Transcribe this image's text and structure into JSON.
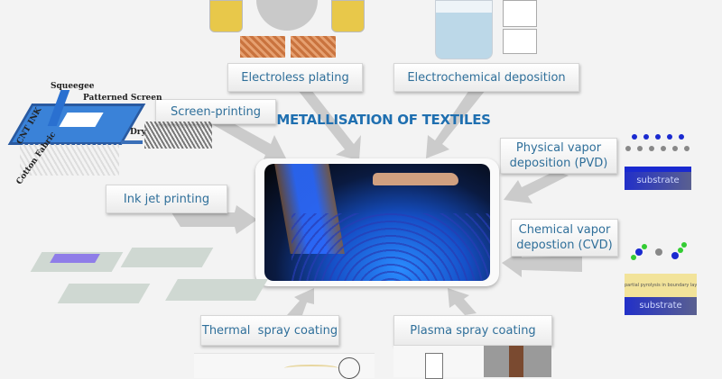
{
  "title": "METALLISATION OF TEXTILES",
  "methods": {
    "electroless": "Electroless plating",
    "electrochemical": "Electrochemical deposition",
    "screen": "Screen-printing",
    "pvd": "Physical vapor deposition (PVD)",
    "inkjet": "Ink jet printing",
    "cvd": "Chemical vapor depostion (CVD)",
    "thermal": "Thermal  spray coating",
    "plasma": "Plasma spray coating"
  },
  "screen_illustration": {
    "squeegee": "Squeegee",
    "patterned_screen": "Patterned Screen",
    "cnt_ink": "CNT INK",
    "dry": "Dry",
    "cotton_fabric": "Cotton Fabric"
  },
  "pvd_illustration": {
    "substrate": "substrate"
  },
  "cvd_illustration": {
    "boundary": "partial pyrolysis in boundary layer",
    "substrate": "substrate"
  },
  "colors": {
    "label_text": "#2f6f9a",
    "title": "#1f6fb0",
    "arrow": "#c8c8c8"
  }
}
